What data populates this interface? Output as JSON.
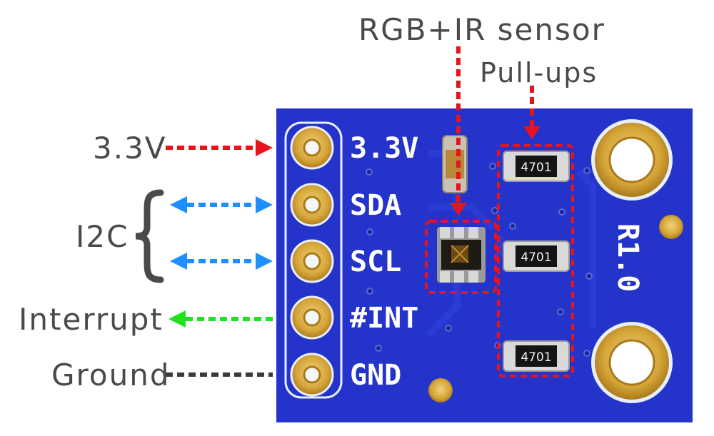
{
  "callouts": {
    "sensor": "RGB+IR sensor",
    "pullups": "Pull-ups",
    "power": "3.3V",
    "i2c": "I2C",
    "interrupt": "Interrupt",
    "ground": "Ground"
  },
  "silkscreen": {
    "pins": [
      "3.3V",
      "SDA",
      "SCL",
      "#INT",
      "GND"
    ],
    "revision": "R1.0",
    "resistor_code": "4701"
  },
  "colors": {
    "board": "#2433c9",
    "pad_gold": "#d4a437",
    "power_arrow": "#e8131b",
    "i2c_arrow": "#1e8fff",
    "interrupt_arrow": "#1fe21f",
    "ground_arrow": "#3a3a3a",
    "highlight_box": "#e8131b",
    "label_text": "#4a4a4a"
  }
}
